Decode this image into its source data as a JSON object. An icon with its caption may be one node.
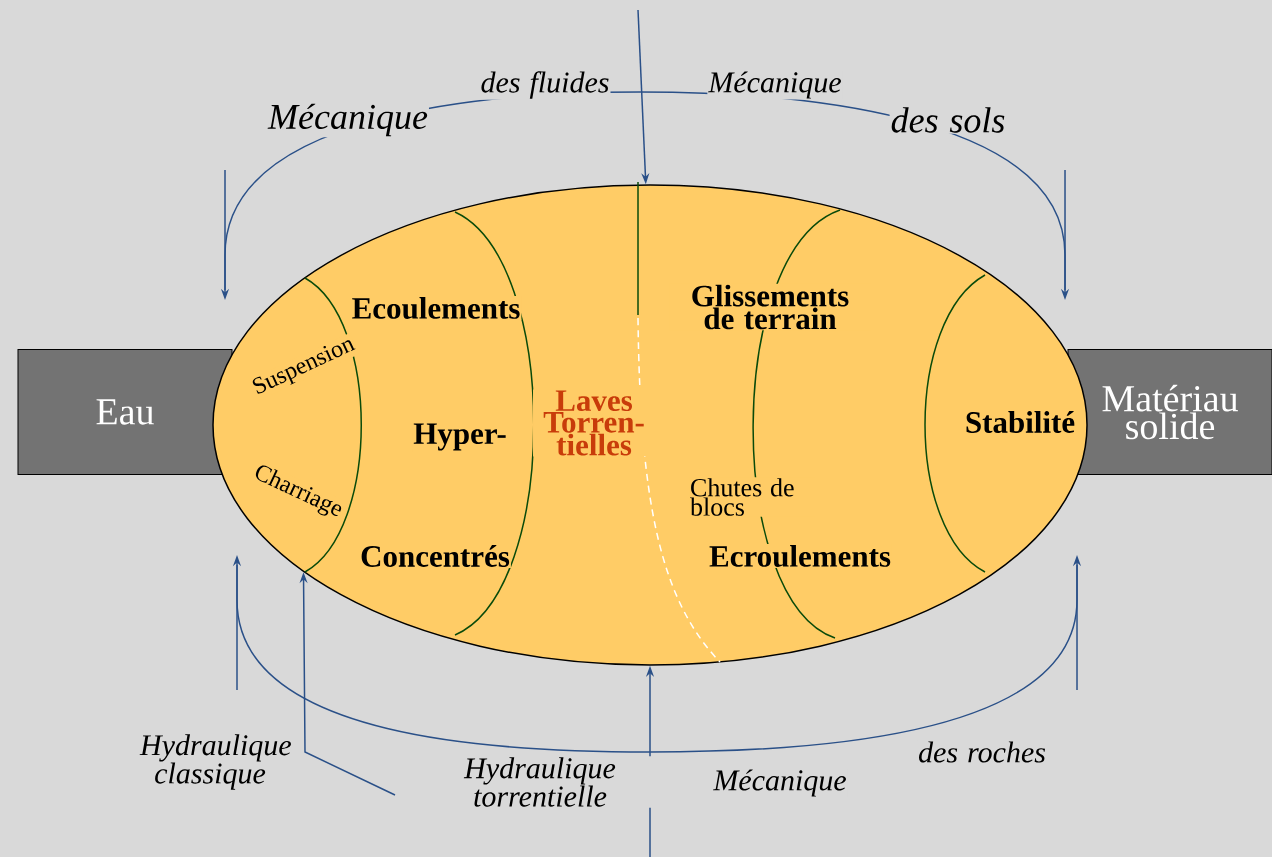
{
  "diagram": {
    "nodes": [
      {
        "text": [
          "Eau"
        ]
      },
      {
        "text": [
          "Matériau solide"
        ]
      },
      {
        "text": [
          "Suspension",
          "Charriage",
          "Ecoulements",
          "Hyper-",
          "Concentrés",
          "Laves Torren- tielles",
          "Glissements de terrain",
          "Chutes de blocs",
          "Ecroulements",
          "Stabilité"
        ]
      }
    ],
    "edges": [
      {
        "from": null,
        "to": 2,
        "arrow": "to"
      },
      {
        "from": null,
        "to": 2,
        "arrow": "to"
      },
      {
        "from": null,
        "to": 2,
        "arrow": "to"
      }
    ],
    "labels": [
      "des fluides",
      "Mécanique",
      "Mécanique",
      "des sols",
      "Hydraulique classique",
      "Hydraulique torrentielle",
      "des roches",
      "Mécanique"
    ]
  }
}
